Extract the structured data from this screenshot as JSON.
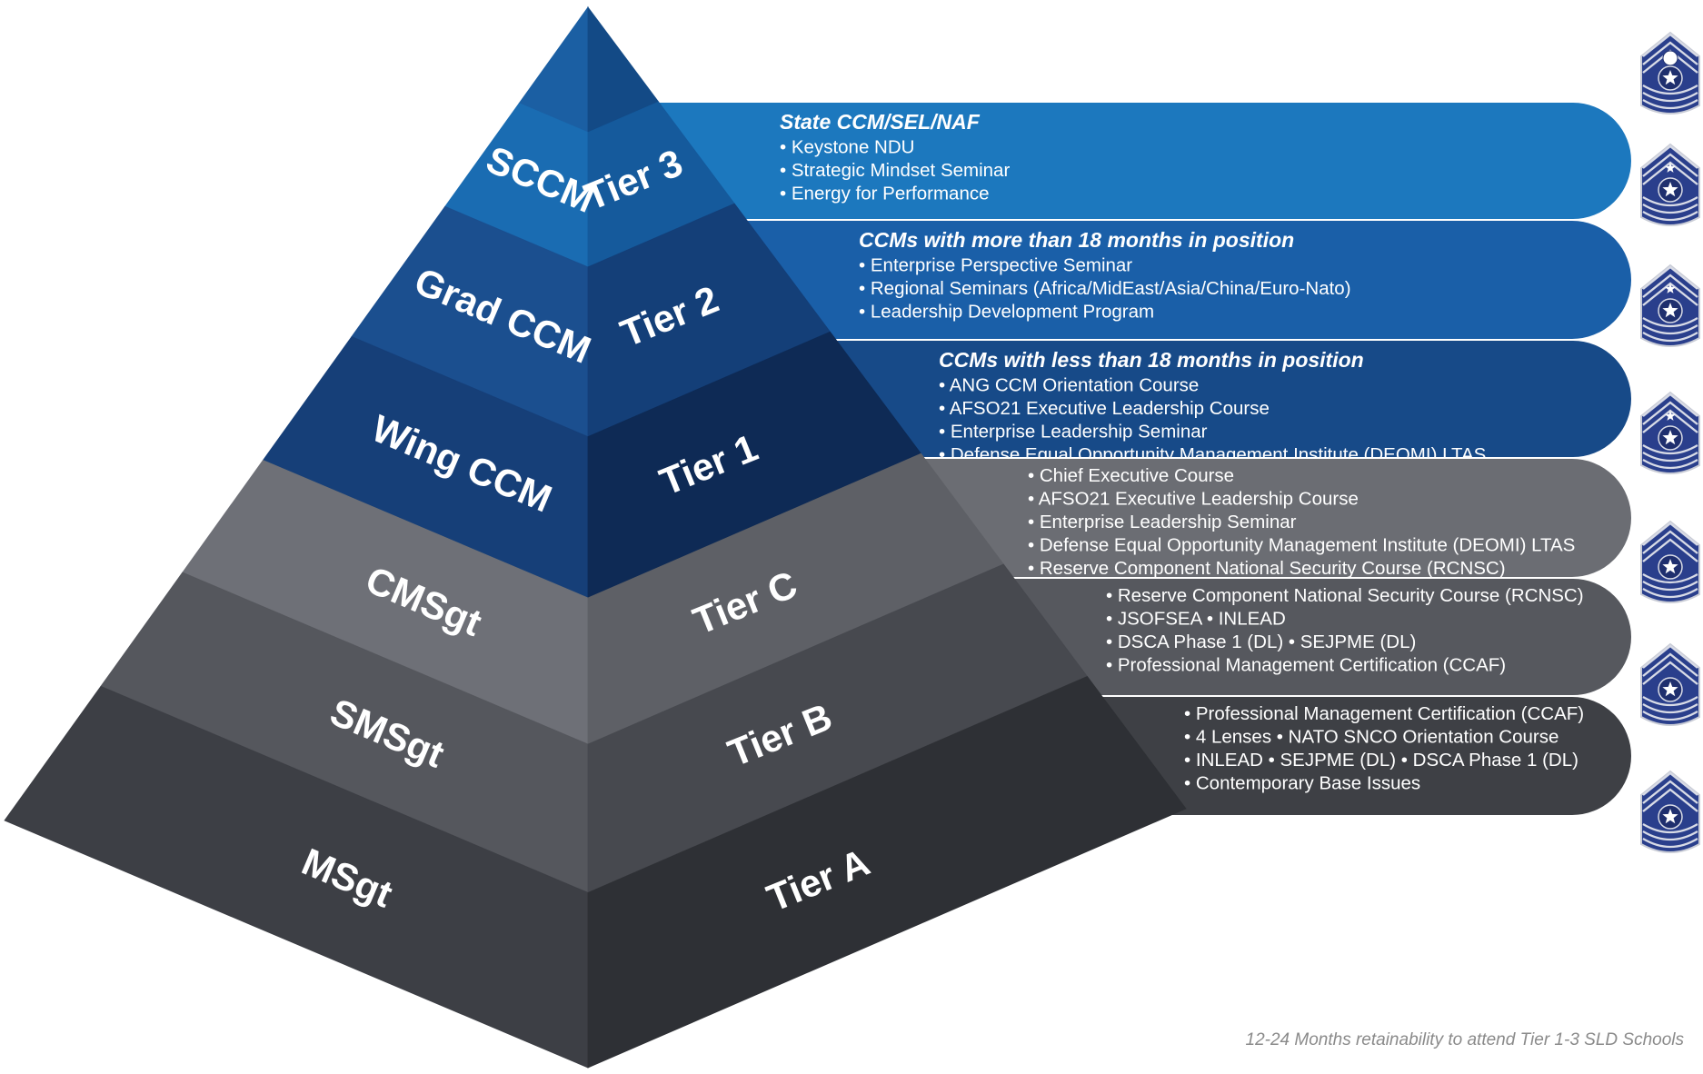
{
  "pyramid": {
    "layers": [
      {
        "rank": "",
        "tier": "",
        "left_color": "#1b5fa3",
        "right_color": "#134a86"
      },
      {
        "rank": "SCCM",
        "tier": "Tier 3",
        "left_color": "#1a6cb2",
        "right_color": "#155a9c"
      },
      {
        "rank": "Grad CCM",
        "tier": "Tier 2",
        "left_color": "#1b4f8f",
        "right_color": "#143f78"
      },
      {
        "rank": "Wing CCM",
        "tier": "Tier 1",
        "left_color": "#163f78",
        "right_color": "#0e2a55"
      },
      {
        "rank": "CMSgt",
        "tier": "Tier C",
        "left_color": "#6e7077",
        "right_color": "#5e6066"
      },
      {
        "rank": "SMSgt",
        "tier": "Tier B",
        "left_color": "#55575d",
        "right_color": "#47494f"
      },
      {
        "rank": "MSgt",
        "tier": "Tier A",
        "left_color": "#3d3f45",
        "right_color": "#2e3035"
      }
    ]
  },
  "bands": [
    {
      "title": "State CCM/SEL/NAF",
      "color": "#1c78be",
      "items": [
        "• Keystone NDU",
        "• Strategic Mindset Seminar",
        "• Energy for Performance"
      ]
    },
    {
      "title": "CCMs with more than 18 months in position",
      "color": "#1a5fa8",
      "items": [
        "• Enterprise Perspective Seminar",
        "• Regional Seminars (Africa/MidEast/Asia/China/Euro-Nato)",
        "• Leadership Development Program"
      ]
    },
    {
      "title": "CCMs with less than 18 months in position",
      "color": "#174a88",
      "items": [
        "• ANG CCM Orientation Course",
        "• AFSO21 Executive Leadership Course",
        "• Enterprise Leadership Seminar",
        "• Defense Equal Opportunity Management Institute (DEOMI) LTAS"
      ]
    },
    {
      "title": "",
      "color": "#6b6d73",
      "items": [
        "• Chief Executive Course",
        "• AFSO21 Executive Leadership Course",
        "• Enterprise Leadership Seminar",
        "• Defense Equal Opportunity Management Institute (DEOMI) LTAS",
        "• Reserve Component National Security Course (RCNSC)"
      ]
    },
    {
      "title": "",
      "color": "#56585e",
      "items": [
        "• Reserve Component National Security Course (RCNSC)",
        "• JSOFSEA • INLEAD",
        "• DSCA Phase 1 (DL) • SEJPME (DL)",
        "• Professional Management Certification (CCAF)"
      ]
    },
    {
      "title": "",
      "color": "#3e4045",
      "items": [
        "• Professional Management Certification (CCAF)",
        "• 4 Lenses • NATO SNCO Orientation Course",
        "• INLEAD • SEJPME (DL) • DSCA Phase 1 (DL)",
        "• Contemporary Base Issues"
      ]
    }
  ],
  "insignia": [
    {
      "rank": "CMSAF",
      "icon": "chevron-wreath-eagle-icon"
    },
    {
      "rank": "CCM",
      "icon": "chevron-star-wreath-icon"
    },
    {
      "rank": "CCM",
      "icon": "chevron-star-wreath-icon"
    },
    {
      "rank": "CCM",
      "icon": "chevron-star-wreath-icon"
    },
    {
      "rank": "CMSgt",
      "icon": "chevron-star-icon"
    },
    {
      "rank": "SMSgt",
      "icon": "chevron-star-icon"
    },
    {
      "rank": "MSgt",
      "icon": "chevron-star-icon"
    }
  ],
  "footnote": "12-24 Months retainability to attend Tier 1-3 SLD Schools"
}
